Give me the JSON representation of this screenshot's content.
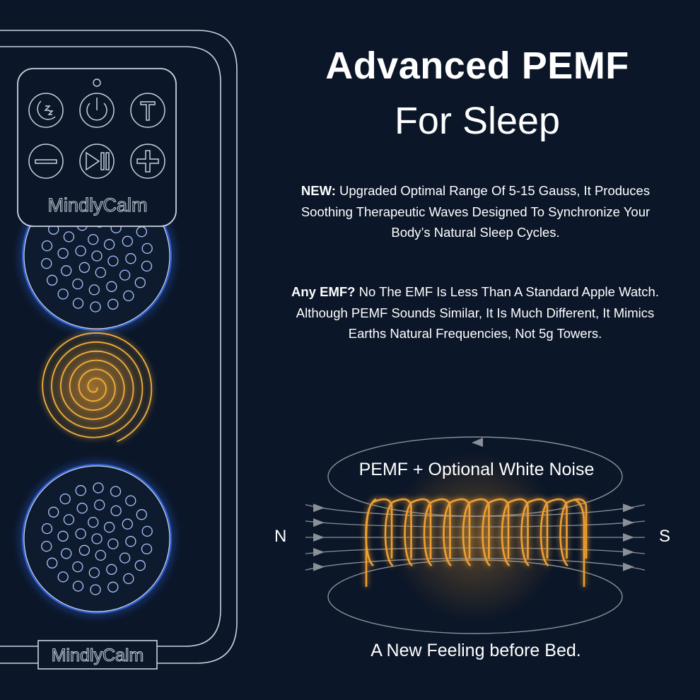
{
  "brand": {
    "name": "MindlyCalm"
  },
  "title": {
    "line1": "Advanced PEMF",
    "line2": "For Sleep"
  },
  "paragraph1": {
    "lead": "NEW:",
    "text": " Upgraded Optimal Range Of 5-15 Gauss, It Produces Soothing Therapeutic Waves Designed To Synchronize Your Body’s Natural Sleep Cycles."
  },
  "paragraph2": {
    "lead": "Any EMF?",
    "text": " No The EMF Is Less Than A Standard Apple Watch. Although PEMF Sounds Similar, It Is Much Different, It Mimics Earths Natural Frequencies, Not 5g Towers."
  },
  "diagram": {
    "label": "PEMF + Optional White Noise",
    "pole_north": "N",
    "pole_south": "S"
  },
  "tagline": "A New Feeling before Bed.",
  "colors": {
    "background": "#0b1628",
    "line": "#c9d2de",
    "coil": "#f0a030",
    "glow": "#3a6ed8"
  },
  "controls": [
    {
      "icon": "sleep-mode-icon"
    },
    {
      "icon": "power-icon"
    },
    {
      "icon": "timer-icon"
    },
    {
      "icon": "minus-icon"
    },
    {
      "icon": "play-pause-icon"
    },
    {
      "icon": "plus-icon"
    }
  ]
}
